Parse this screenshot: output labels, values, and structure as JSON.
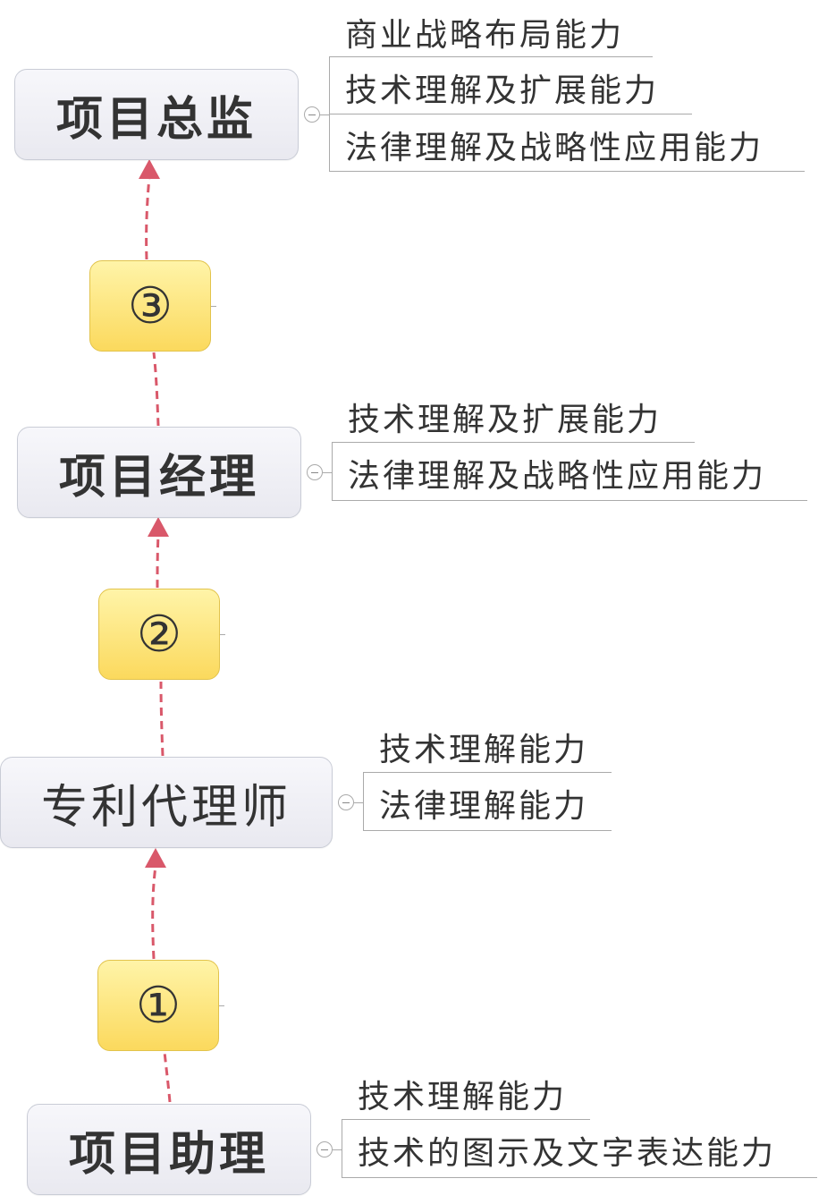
{
  "roles": {
    "director": "项目总监",
    "manager": "项目经理",
    "agent": "专利代理师",
    "assistant": "项目助理"
  },
  "steps": {
    "step1": "①",
    "step2": "②",
    "step3": "③"
  },
  "skills": {
    "director": [
      "商业战略布局能力",
      "技术理解及扩展能力",
      "法律理解及战略性应用能力"
    ],
    "manager": [
      "技术理解及扩展能力",
      "法律理解及战略性应用能力"
    ],
    "agent": [
      "技术理解能力",
      "法律理解能力"
    ],
    "assistant": [
      "技术理解能力",
      "技术的图示及文字表达能力"
    ]
  },
  "colors": {
    "arrow": "#d9586a",
    "step_fill": "#fbd95d",
    "role_fill": "#ececf2"
  }
}
